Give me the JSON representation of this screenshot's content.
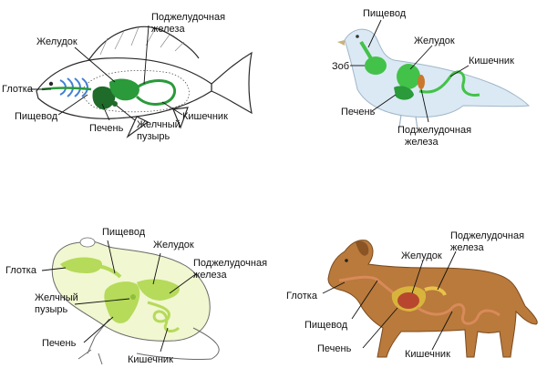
{
  "colors": {
    "organ_green": "#2a9a3a",
    "organ_dark": "#1f6b2a",
    "bird_green": "#43c24a",
    "frog_organ": "#b6da5a",
    "frog_body": "#f1f7d0",
    "dog_body": "#b97a3c",
    "dog_tract": "#d98a5a",
    "dog_stomach": "#b8462e",
    "dog_liver": "#d8b43c",
    "bird_body": "#dbe9f4",
    "fish_gill": "#3f7fd6"
  },
  "fish": {
    "pancreas_line1": "Поджелудочная",
    "pancreas_line2": "железа",
    "stomach": "Желудок",
    "pharynx": "Глотка",
    "esophagus": "Пищевод",
    "liver": "Печень",
    "gallbladder_line1": "Желчный",
    "gallbladder_line2": "пузырь",
    "intestine": "Кишечник"
  },
  "bird": {
    "esophagus": "Пищевод",
    "stomach": "Желудок",
    "intestine": "Кишечник",
    "crop": "Зоб",
    "liver": "Печень",
    "pancreas_line1": "Поджелудочная",
    "pancreas_line2": "железа"
  },
  "frog": {
    "esophagus": "Пищевод",
    "stomach": "Желудок",
    "pharynx": "Глотка",
    "pancreas_line1": "Поджелудочная",
    "pancreas_line2": "железа",
    "gallbladder_line1": "Желчный",
    "gallbladder_line2": "пузырь",
    "liver": "Печень",
    "intestine": "Кишечник"
  },
  "dog": {
    "stomach": "Желудок",
    "pancreas_line1": "Поджелудочная",
    "pancreas_line2": "железа",
    "pharynx": "Глотка",
    "esophagus": "Пищевод",
    "liver": "Печень",
    "intestine": "Кишечник"
  }
}
